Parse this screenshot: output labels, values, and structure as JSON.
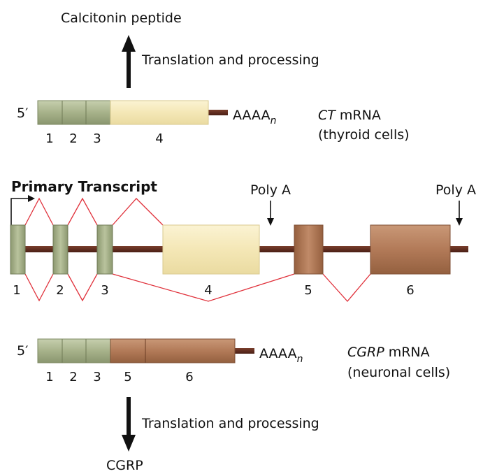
{
  "top": {
    "product": "Calcitonin peptide",
    "process": "Translation and processing",
    "five_prime": "5′",
    "tail": "AAAA",
    "tail_sub": "n",
    "exon_numbers": [
      "1",
      "2",
      "3",
      "4"
    ],
    "mrna_name_italic": "CT",
    "mrna_name_rest": " mRNA",
    "cell_type": "(thyroid cells)"
  },
  "primary": {
    "title": "Primary Transcript",
    "poly_a_1": "Poly A",
    "poly_a_2": "Poly A",
    "exon_numbers": [
      "1",
      "2",
      "3",
      "4",
      "5",
      "6"
    ]
  },
  "bottom": {
    "five_prime": "5′",
    "tail": "AAAA",
    "tail_sub": "n",
    "exon_numbers": [
      "1",
      "2",
      "3",
      "5",
      "6"
    ],
    "mrna_name_italic": "CGRP",
    "mrna_name_rest": " mRNA",
    "cell_type": "(neuronal cells)",
    "process": "Translation and processing",
    "product": "CGRP"
  },
  "colors": {
    "green_exon": "#a9b48e",
    "cream_exon": "#f5e9bc",
    "brown_exon": "#b78060",
    "intron_line": "#5a2a1f",
    "splice_line": "#e0303a"
  }
}
